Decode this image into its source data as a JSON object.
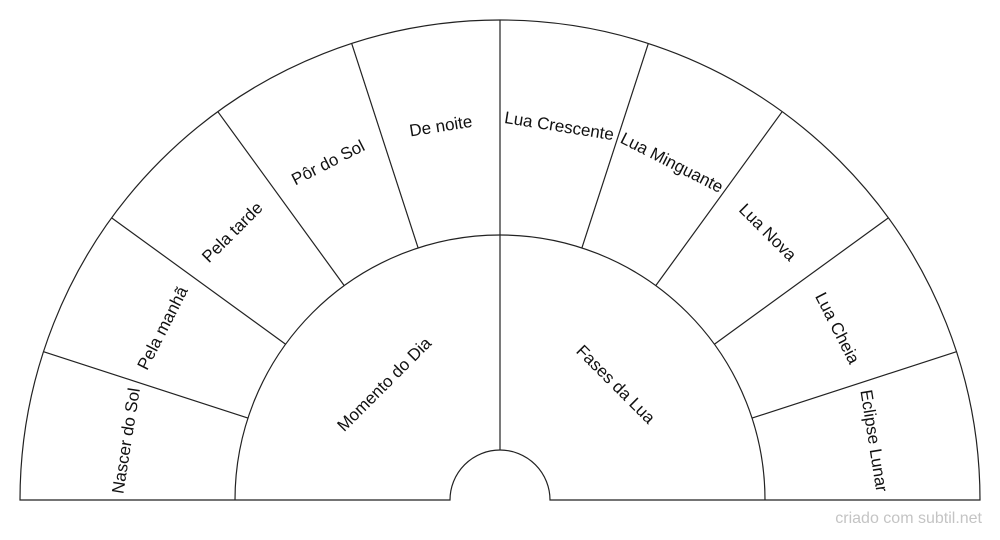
{
  "diagram": {
    "inner_groups": [
      {
        "label": "Momento do Dia",
        "items": [
          "Nascer do Sol",
          "Pela manhã",
          "Pela tarde",
          "Pôr do Sol",
          "De noite"
        ]
      },
      {
        "label": "Fases da Lua",
        "items": [
          "Lua Crescente",
          "Lua Minguante",
          "Lua Nova",
          "Lua Cheia",
          "Eclipse Lunar"
        ]
      }
    ]
  },
  "footer": {
    "credit": "criado com subtil.net"
  }
}
